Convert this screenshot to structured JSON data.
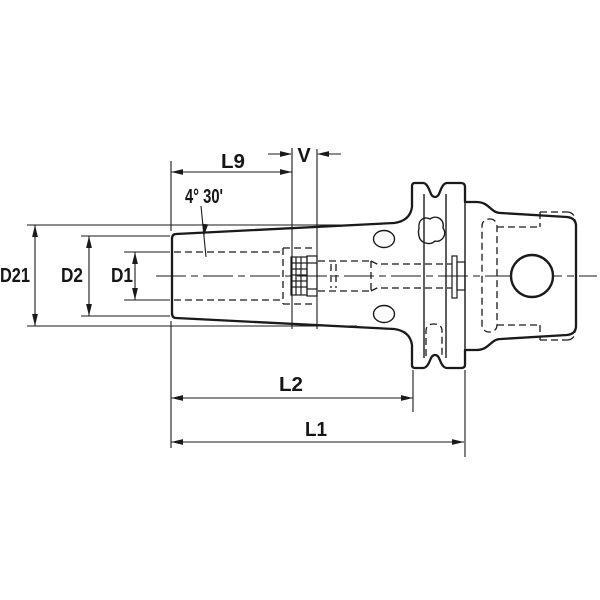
{
  "title": "Shrink-fit style tool holder technical line drawing, side view with dimensions",
  "drawing": {
    "dimension_labels": {
      "l9": "L9",
      "v": "V",
      "taper_angle": "4° 30'",
      "d21": "D21",
      "d2": "D2",
      "d1": "D1",
      "l2": "L2",
      "l1": "L1"
    },
    "colors": {
      "background": "#ffffff",
      "body_fill": "#d8d8d8",
      "line": "#1a1a1a",
      "hole_fill": "#ffffff"
    }
  }
}
